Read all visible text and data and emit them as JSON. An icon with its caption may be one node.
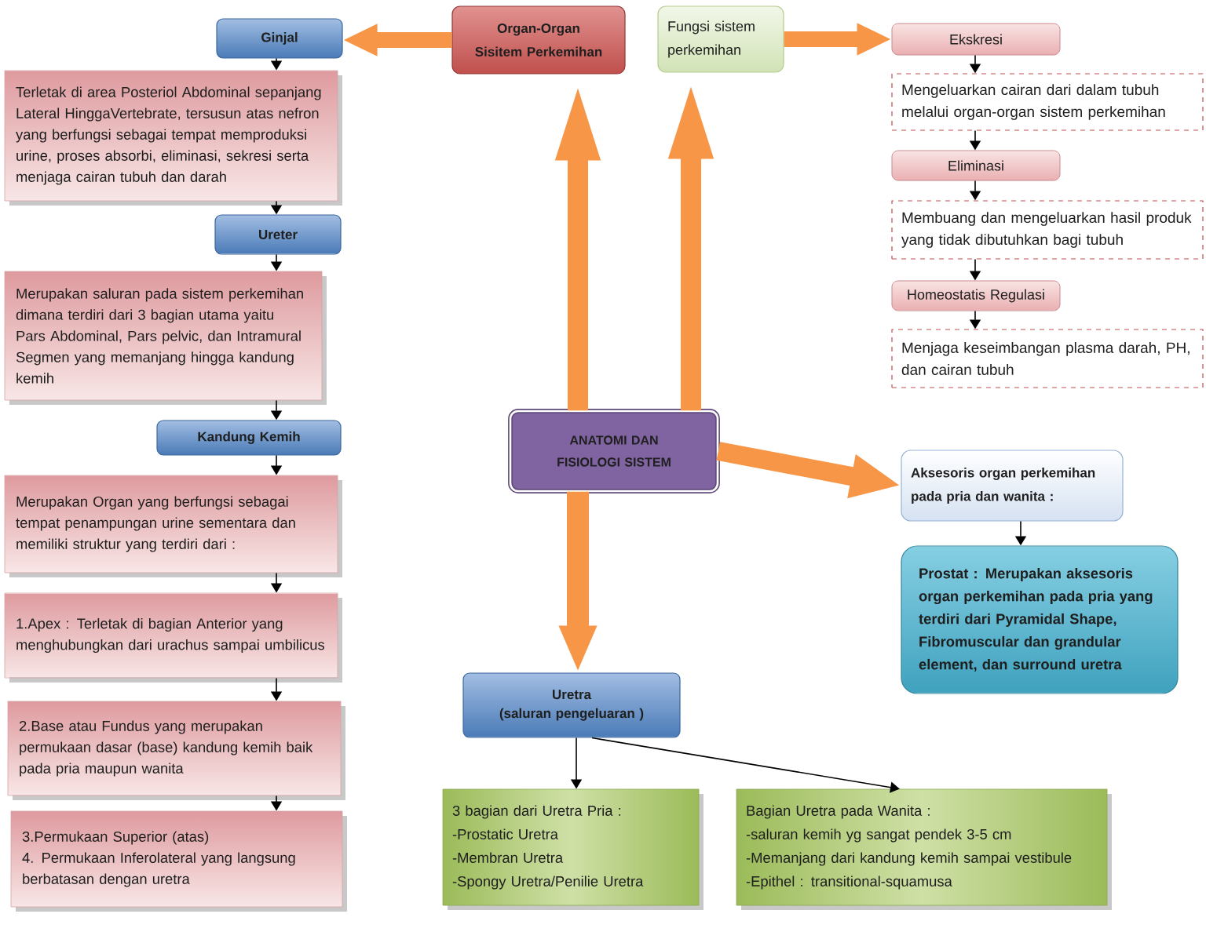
{
  "diagram": {
    "nodes": [
      {
        "text": [
          "Organ-Organ Sisitem Perkemihan"
        ]
      },
      {
        "text": [
          "Fungsi sistem perkemihan"
        ]
      },
      {
        "text": [
          "Ginjal"
        ]
      },
      {
        "text": [
          "Terletak di area Posteriol Abdominal sepanjang Lateral HinggaVertebrate, tersusun atas nefron yang berfungsi sebagai tempat memproduksi urine, proses absorbi, eliminasi, sekresi serta menjaga cairan tubuh dan darah"
        ]
      },
      {
        "text": [
          "Ureter"
        ]
      },
      {
        "text": [
          "Merupakan saluran pada sistem perkemihan dimana terdiri dari 3 bagian utama yaitu Pars Abdominal, Pars pelvic, dan Intramural Segmen yang memanjang hingga kandung kemih"
        ]
      },
      {
        "text": [
          "Kandung Kemih"
        ]
      },
      {
        "text": [
          "Merupakan Organ yang berfungsi sebagai tempat penampungan urine sementara dan memiliki struktur yang terdiri dari :"
        ]
      },
      {
        "text": [
          "1.Apex : Terletak di bagian Anterior yang menghubungkan dari urachus sampai umbilicus"
        ]
      },
      {
        "text": [
          "2.Base atau Fundus yang merupakan permukaan dasar (base) kandung kemih baik pada pria maupun wanita"
        ]
      },
      {
        "text": [
          "3.Permukaan Superior (atas)",
          "4. Permukaan Inferolateral yang langsung berbatasan dengan uretra"
        ]
      },
      {
        "text": [
          "Ekskresi"
        ]
      },
      {
        "text": [
          "Mengeluarkan cairan dari dalam tubuh melalui organ-organ sistem perkemihan"
        ]
      },
      {
        "text": [
          "Eliminasi"
        ]
      },
      {
        "text": [
          "Membuang dan mengeluarkan hasil produk yang tidak dibutuhkan bagi tubuh"
        ]
      },
      {
        "text": [
          "Homeostatis Regulasi"
        ]
      },
      {
        "text": [
          "Menjaga keseimbangan plasma darah, PH, dan cairan tubuh"
        ]
      },
      {
        "text": [
          "ANATOMI DAN FISIOLOGI SISTEM"
        ]
      },
      {
        "text": [
          "Aksesoris organ perkemihan pada pria dan wanita :"
        ]
      },
      {
        "text": [
          "Prostat : Merupakan aksesoris organ perkemihan pada pria yang terdiri dari Pyramidal Shape, Fibromuscular dan grandular element, dan surround uretra"
        ]
      },
      {
        "text": [
          "Uretra",
          "(saluran pengeluaran )"
        ]
      },
      {
        "text": [
          "3 bagian dari Uretra Pria :",
          "-Prostatic Uretra",
          "-Membran Uretra",
          "-Spongy Uretra/Penilie Uretra"
        ]
      },
      {
        "text": [
          "Bagian Uretra pada Wanita :",
          "-saluran kemih yg sangat pendek 3-5 cm",
          "-Memanjang dari kandung kemih sampai vestibule",
          "-Epithel : transitional-squamusa"
        ]
      }
    ],
    "edges": [
      {
        "from": 17,
        "to": 0,
        "arrow": "to",
        "style": "thick",
        "color": "#f79646"
      },
      {
        "from": 17,
        "to": 1,
        "arrow": "to",
        "style": "thick",
        "color": "#f79646"
      },
      {
        "from": 0,
        "to": 2,
        "arrow": "to",
        "style": "thick",
        "color": "#f79646"
      },
      {
        "from": 1,
        "to": 11,
        "arrow": "to",
        "style": "thick",
        "color": "#f79646"
      },
      {
        "from": 17,
        "to": 18,
        "arrow": "to",
        "style": "thick",
        "color": "#f79646"
      },
      {
        "from": 17,
        "to": 20,
        "arrow": "to",
        "style": "thick",
        "color": "#f79646"
      },
      {
        "from": 2,
        "to": 3,
        "arrow": "to"
      },
      {
        "from": 3,
        "to": 4,
        "arrow": "to"
      },
      {
        "from": 4,
        "to": 5,
        "arrow": "to"
      },
      {
        "from": 5,
        "to": 6,
        "arrow": "to"
      },
      {
        "from": 6,
        "to": 7,
        "arrow": "to"
      },
      {
        "from": 7,
        "to": 8,
        "arrow": "to"
      },
      {
        "from": 8,
        "to": 9,
        "arrow": "to"
      },
      {
        "from": 9,
        "to": 10,
        "arrow": "to"
      },
      {
        "from": 11,
        "to": 12,
        "arrow": "to"
      },
      {
        "from": 12,
        "to": 13,
        "arrow": "to"
      },
      {
        "from": 13,
        "to": 14,
        "arrow": "to"
      },
      {
        "from": 14,
        "to": 15,
        "arrow": "to"
      },
      {
        "from": 15,
        "to": 16,
        "arrow": "to"
      },
      {
        "from": 18,
        "to": 19,
        "arrow": "to"
      },
      {
        "from": 20,
        "to": 21,
        "arrow": "to"
      },
      {
        "from": 20,
        "to": 22,
        "arrow": "to"
      }
    ]
  }
}
